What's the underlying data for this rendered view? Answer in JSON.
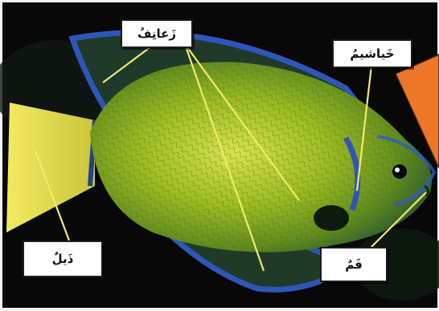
{
  "diagram": {
    "labels": {
      "fins": "زَعانِفُ",
      "gills": "خَياشيمُ",
      "tail": "ذَيلٌ",
      "mouth": "فَمٌ"
    },
    "colors": {
      "background": "#070807",
      "fish_body": "#8fb31e",
      "fish_highlight": "#d8e04a",
      "fin_edge": "#2e56b8",
      "tail": "#e6dc4e",
      "leader_line": "#f2e96e",
      "corner_arrow": "#ee7628"
    }
  }
}
